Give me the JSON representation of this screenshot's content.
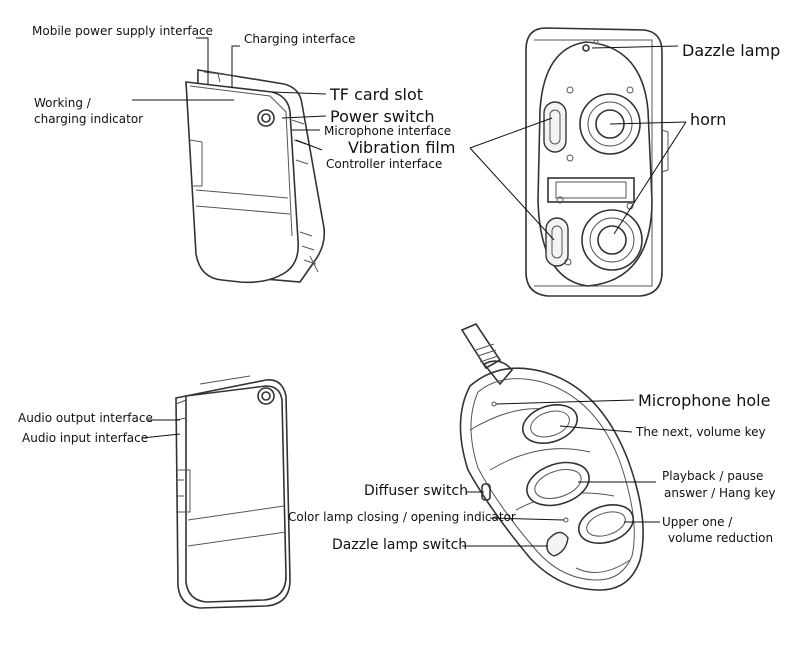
{
  "labels": {
    "mobile_power": "Mobile power supply interface",
    "charging": "Charging interface",
    "working_1": "Working /",
    "working_2": "charging indicator",
    "tf_card": "TF card slot",
    "power_switch": "Power switch",
    "microphone_if": "Microphone interface",
    "controller_if": "Controller interface",
    "vibration": "Vibration film",
    "dazzle_lamp": "Dazzle lamp",
    "horn": "horn",
    "audio_out": "Audio output interface",
    "audio_in": "Audio input interface",
    "mic_hole": "Microphone hole",
    "next_volume": "The next, volume key",
    "playback_1": "Playback / pause",
    "playback_2": "answer / Hang key",
    "diffuser": "Diffuser switch",
    "color_lamp": "Color lamp closing / opening indicator",
    "dazzle_switch": "Dazzle lamp switch",
    "upper_1": "Upper one /",
    "upper_2": "volume reduction"
  }
}
